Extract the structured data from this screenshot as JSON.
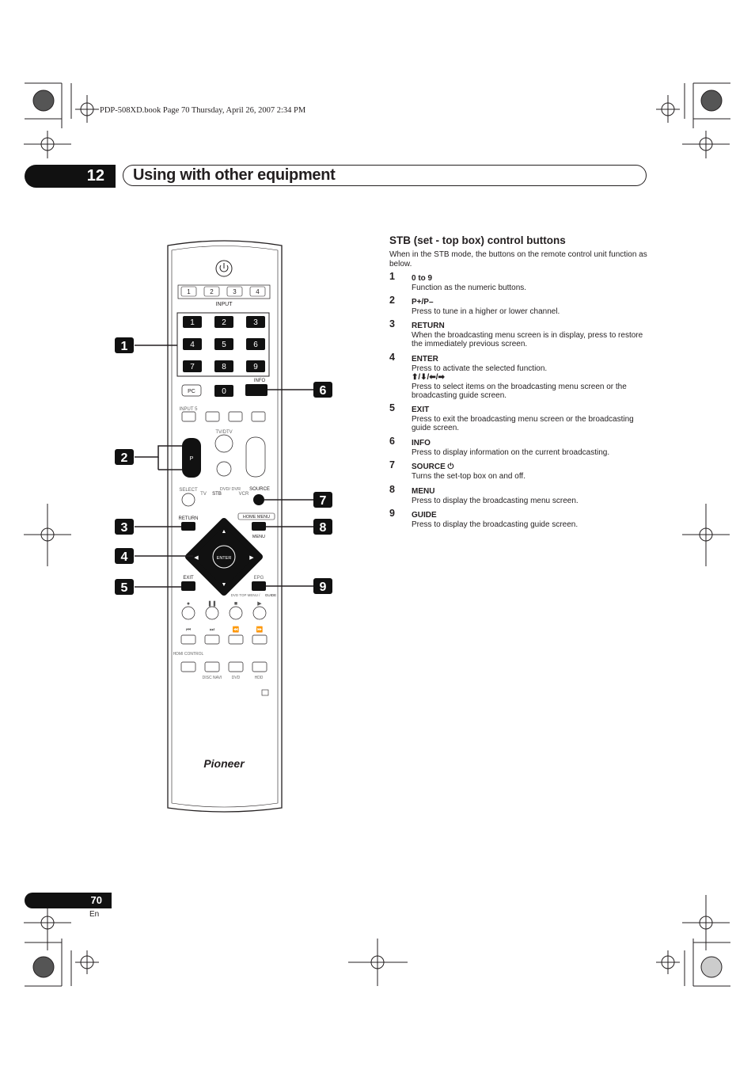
{
  "book_line": "PDP-508XD.book  Page 70  Thursday, April 26, 2007  2:34 PM",
  "chapter": {
    "number": "12",
    "title": "Using with other equipment"
  },
  "section": {
    "heading": "STB (set - top box) control buttons",
    "intro": "When in the STB mode, the buttons on the remote control unit function as below.",
    "items": [
      {
        "num": "1",
        "title": "0 to 9",
        "desc": "Function as the numeric buttons."
      },
      {
        "num": "2",
        "title": "P+/P–",
        "desc": "Press to tune in a higher or lower channel."
      },
      {
        "num": "3",
        "title": "RETURN",
        "desc": "When the broadcasting menu screen is in display, press to restore the immediately previous screen."
      },
      {
        "num": "4",
        "title": "ENTER",
        "desc": "Press to activate the selected function.",
        "sub_title": "⬆/⬇/⬅/➡",
        "sub_desc": "Press to select items on the broadcasting menu screen or the broadcasting guide screen."
      },
      {
        "num": "5",
        "title": "EXIT",
        "desc": "Press to exit the broadcasting menu screen or the broadcasting guide screen."
      },
      {
        "num": "6",
        "title": "INFO",
        "desc": "Press to display information on the current broadcasting."
      },
      {
        "num": "7",
        "title": "SOURCE ⏻",
        "desc": "Turns the set-top box on and off."
      },
      {
        "num": "8",
        "title": "MENU",
        "desc": "Press to display the broadcasting menu screen."
      },
      {
        "num": "9",
        "title": "GUIDE",
        "desc": "Press to display the broadcasting guide screen."
      }
    ]
  },
  "remote": {
    "input_buttons": [
      "1",
      "2",
      "3",
      "4"
    ],
    "input_label": "INPUT",
    "numeric_buttons": [
      "1",
      "2",
      "3",
      "4",
      "5",
      "6",
      "7",
      "8",
      "9",
      "0"
    ],
    "pc_label": "PC",
    "info_label": "INFO",
    "input5_label": "INPUT 5",
    "tvdtv_label": "TV/DTV",
    "p_label": "P",
    "select_label": "SELECT",
    "tv_label": "TV",
    "stb_label": "STB",
    "dvd_label": "DVD/ DVR",
    "vcr_label": "VCR",
    "source_label": "SOURCE",
    "return_label": "RETURN",
    "home_menu_label": "HOME MENU",
    "menu_label": "MENU",
    "enter_label": "ENTER",
    "exit_label": "EXIT",
    "epg_label": "EPG",
    "dvd_top_menu_label": "DVD TOP MENU /",
    "guide_label": "GUIDE",
    "hdmi_label": "HDMI CONTROL",
    "disc_label": "DISC NAVI",
    "dvd2_label": "DVD",
    "hdd_label": "HDD",
    "brand": "Pioneer"
  },
  "callouts": [
    "1",
    "2",
    "3",
    "4",
    "5",
    "6",
    "7",
    "8",
    "9"
  ],
  "page": {
    "number": "70",
    "lang": "En"
  }
}
